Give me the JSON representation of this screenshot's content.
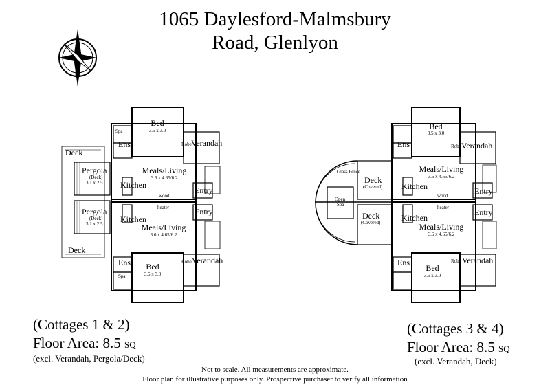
{
  "title": {
    "line1": "1065 Daylesford-Malmsbury",
    "line2": "Road, Glenlyon"
  },
  "compass": {
    "letter": "N"
  },
  "left_plan": {
    "deck_top": "Deck",
    "deck_bottom": "Deck",
    "spa_top": "Spa",
    "spa_bottom": "Spa",
    "bed_top": "Bed",
    "bed_top_size": "3.5 x 3.0",
    "bed_bottom": "Bed",
    "bed_bottom_size": "3.5 x 3.0",
    "ens_top": "Ens",
    "ens_bottom": "Ens",
    "robe_top": "Robe",
    "robe_bottom": "Robe",
    "verandah_top": "Verandah",
    "verandah_bottom": "Verandah",
    "pergola_top": "Pergola",
    "pergola_top_sub": "(Deck)",
    "pergola_top_size": "3.1 x 2.5",
    "pergola_bottom": "Pergola",
    "pergola_bottom_sub": "(Deck)",
    "pergola_bottom_size": "3.1 x 2.5",
    "meals_top": "Meals/Living",
    "meals_top_size": "3.6 x 4.65/6.2",
    "meals_bottom": "Meals/Living",
    "meals_bottom_size": "3.6 x 4.65/6.2",
    "kitchen_top": "Kitchen",
    "kitchen_bottom": "Kitchen",
    "entry_top": "Entry",
    "entry_bottom": "Entry",
    "wood_heater_a": "wood",
    "wood_heater_b": "heater"
  },
  "right_plan": {
    "glass_fence": "Glass Fence",
    "open_spa_a": "Open",
    "open_spa_b": "Spa",
    "deck_top": "Deck",
    "deck_top_sub": "(Covered)",
    "deck_bottom": "Deck",
    "deck_bottom_sub": "(Covered)",
    "bed_top": "Bed",
    "bed_top_size": "3.5 x 3.0",
    "bed_bottom": "Bed",
    "bed_bottom_size": "3.5 x 3.0",
    "ens_top": "Ens",
    "ens_bottom": "Ens",
    "robe_top": "Robe",
    "robe_bottom": "Robe",
    "verandah_top": "Verandah",
    "verandah_bottom": "Verandah",
    "meals_top": "Meals/Living",
    "meals_top_size": "3.6 x 4.65/6.2",
    "meals_bottom": "Meals/Living",
    "meals_bottom_size": "3.6 x 4.65/6.2",
    "kitchen_top": "Kitchen",
    "kitchen_bottom": "Kitchen",
    "entry_top": "Entry",
    "entry_bottom": "Entry",
    "wood_heater_a": "wood",
    "wood_heater_b": "heater"
  },
  "captions": {
    "left_title": "(Cottages 1 & 2)",
    "left_area_label": "Floor Area: 8.5",
    "left_area_unit": "SQ",
    "left_excl": "(excl. Verandah, Pergola/Deck)",
    "right_title": "(Cottages 3 & 4)",
    "right_area_label": "Floor Area: 8.5",
    "right_area_unit": "SQ",
    "right_excl": "(excl. Verandah, Deck)"
  },
  "notes": {
    "line1": "Not to scale. All measurements are approximate.",
    "line2": "Floor plan for illustrative purposes only. Prospective purchaser to verify all information"
  }
}
